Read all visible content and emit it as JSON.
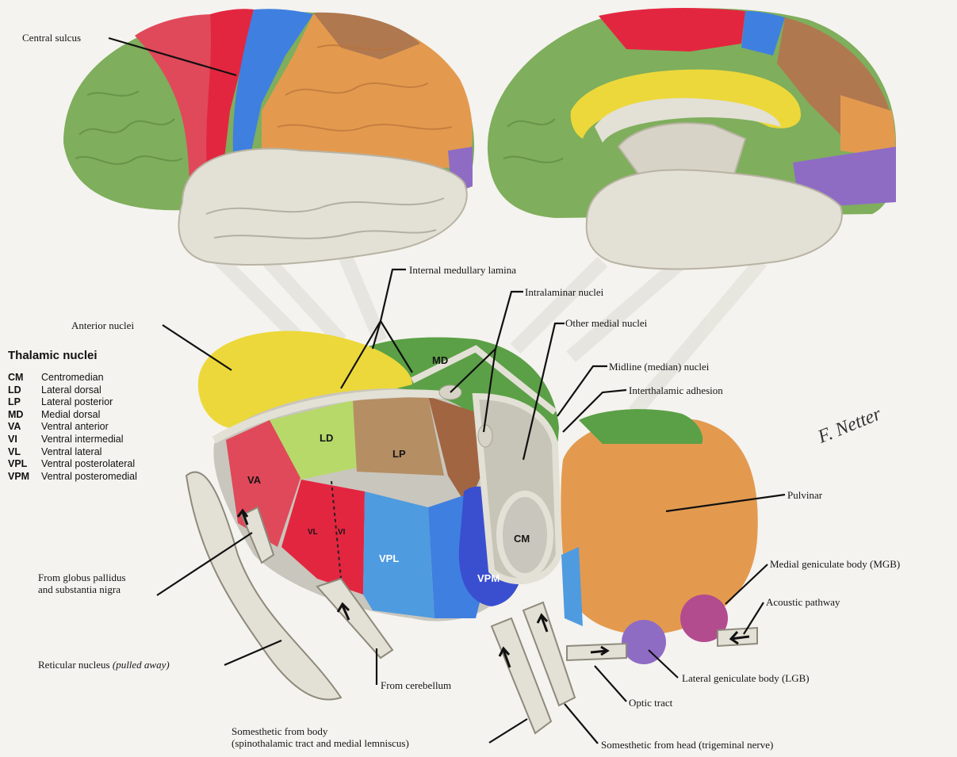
{
  "labels": {
    "central_sulcus": "Central sulcus",
    "internal_medullary_lamina": "Internal medullary lamina",
    "intralaminar_nuclei": "Intralaminar nuclei",
    "anterior_nuclei": "Anterior nuclei",
    "other_medial_nuclei": "Other medial nuclei",
    "midline_nuclei": "Midline (median) nuclei",
    "interthalamic_adhesion": "Interthalamic adhesion",
    "pulvinar": "Pulvinar",
    "medial_geniculate_body": "Medial geniculate body (MGB)",
    "acoustic_pathway": "Acoustic pathway",
    "lateral_geniculate_body": "Lateral geniculate body (LGB)",
    "optic_tract": "Optic tract",
    "from_globus_pallidus_1": "From globus pallidus",
    "from_globus_pallidus_2": "and substantia nigra",
    "reticular_nucleus": "Reticular nucleus",
    "reticular_nucleus_note": "(pulled away)",
    "from_cerebellum": "From cerebellum",
    "somesthetic_body_1": "Somesthetic from body",
    "somesthetic_body_2": "(spinothalamic tract and medial lemniscus)",
    "somesthetic_head": "Somesthetic from head (trigeminal nerve)"
  },
  "nucleus_regions": {
    "md": "MD",
    "ld": "LD",
    "lp": "LP",
    "va": "VA",
    "vl": "VL",
    "vi": "VI",
    "vpl": "VPL",
    "vpm": "VPM",
    "cm": "CM"
  },
  "key": {
    "title": "Thalamic nuclei",
    "items": [
      {
        "abbr": "CM",
        "name": "Centromedian"
      },
      {
        "abbr": "LD",
        "name": "Lateral dorsal"
      },
      {
        "abbr": "LP",
        "name": "Lateral posterior"
      },
      {
        "abbr": "MD",
        "name": "Medial dorsal"
      },
      {
        "abbr": "VA",
        "name": "Ventral anterior"
      },
      {
        "abbr": "VI",
        "name": "Ventral intermedial"
      },
      {
        "abbr": "VL",
        "name": "Ventral lateral"
      },
      {
        "abbr": "VPL",
        "name": "Ventral posterolateral"
      },
      {
        "abbr": "VPM",
        "name": "Ventral posteromedial"
      }
    ]
  },
  "signature": "F. Netter",
  "colors": {
    "green": "#7fae5c",
    "red": "#e02640",
    "blue": "#3f7fe0",
    "orange": "#e39a4f",
    "yellow": "#ecd83a",
    "purple": "#8e6cc4",
    "brown": "#b0784f",
    "gray": "#e3e0d6"
  }
}
